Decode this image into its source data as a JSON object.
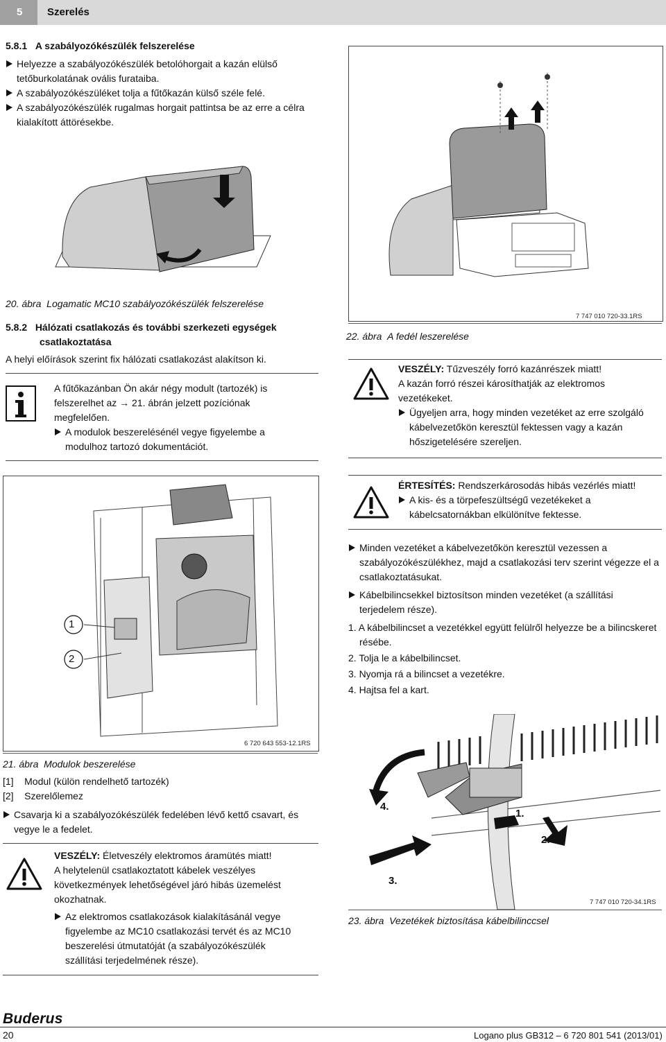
{
  "header": {
    "chapter_number": "5",
    "chapter_title": "Szerelés"
  },
  "s581": {
    "heading_num": "5.8.1",
    "heading": "A szabályozókészülék felszerelése",
    "b1a": "Helyezze a szabályozókészülék betolóhorgait a kazán elülső",
    "b1b": "tetőburkolatának ovális furataiba.",
    "b2": "A szabályozókészüléket tolja a fűtőkazán külső széle felé.",
    "b3a": "A szabályozókészülék rugalmas horgait pattintsa be az erre a célra",
    "b3b": "kialakított áttörésekbe."
  },
  "fig20": {
    "caption_num": "20. ábra",
    "caption": "Logamatic MC10 szabályozókészülék felszerelése"
  },
  "fig22": {
    "code": "7 747 010 720-33.1RS",
    "caption_num": "22. ábra",
    "caption": "A fedél leszerelése"
  },
  "s582": {
    "heading_num": "5.8.2",
    "heading_l1": "Hálózati csatlakozás és további szerkezeti egységek",
    "heading_l2": "csatlakoztatása",
    "body": "A helyi előírások szerint fix hálózati csatlakozást alakítson ki."
  },
  "info": {
    "l1": "A fűtőkazánban Ön akár négy modult (tartozék) is",
    "l2": "felszerelhet az → 21. ábrán jelzett pozíciónak",
    "l3": "megfelelően.",
    "b1a": "A modulok beszerelésénél vegye figyelembe a",
    "b1b": "modulhoz tartozó dokumentációt."
  },
  "warn1": {
    "label": "VESZÉLY:",
    "title": "Tűzveszély forró kazánrészek miatt!",
    "l1": "A kazán forró részei károsíthatják az elektromos",
    "l2": "vezetékeket.",
    "b1a": "Ügyeljen arra, hogy minden vezetéket az erre szolgáló",
    "b1b": "kábelvezetőkön keresztül fektessen vagy a kazán",
    "b1c": "hőszigetelésére szereljen."
  },
  "warn2": {
    "label": "ÉRTESÍTÉS:",
    "title": "Rendszerkárosodás hibás vezérlés miatt!",
    "b1a": "A kis- és a törpefeszültségű vezetékeket a",
    "b1b": "kábelcsatornákban elkülönítve fektesse."
  },
  "right_steps": {
    "b1a": "Minden vezetéket a kábelvezetőkön keresztül vezessen a",
    "b1b": "szabályozókészülékhez, majd a csatlakozási terv szerint végezze el a",
    "b1c": "csatlakoztatásukat.",
    "b2a": "Kábelbilincsekkel biztosítson minden vezetéket (a szállítási",
    "b2b": "terjedelem része).",
    "n1a": "1. A kábelbilincset a vezetékkel együtt felülről helyezze be a bilincskeret",
    "n1b": "résébe.",
    "n2": "2. Tolja le a kábelbilincset.",
    "n3": "3. Nyomja rá a bilincset a vezetékre.",
    "n4": "4. Hajtsa fel a kart."
  },
  "fig21": {
    "code": "6 720 643 553-12.1RS",
    "caption_num": "21. ábra",
    "caption": "Modulok beszerelése",
    "callout1": "1",
    "callout2": "2",
    "leg1_num": "[1]",
    "leg1": "Modul (külön rendelhető tartozék)",
    "leg2_num": "[2]",
    "leg2": "Szerelőlemez",
    "b1a": "Csavarja ki a szabályozókészülék fedelében lévő kettő csavart, és",
    "b1b": "vegye le a fedelet."
  },
  "warn3": {
    "label": "VESZÉLY:",
    "title": "Életveszély elektromos áramütés miatt!",
    "l1": "A helytelenül csatlakoztatott kábelek veszélyes",
    "l2": "következmények lehetőségével járó hibás üzemelést",
    "l3": "okozhatnak.",
    "b1a": "Az elektromos csatlakozások kialakításánál vegye",
    "b1b": "figyelembe az MC10 csatlakozási tervét és az MC10",
    "b1c": "beszerelési útmutatóját (a szabályozókészülék",
    "b1d": "szállítási terjedelmének része)."
  },
  "fig23": {
    "code": "7 747 010 720-34.1RS",
    "caption_num": "23. ábra",
    "caption": "Vezetékek biztosítása kábelbilinccsel",
    "step1": "1.",
    "step2": "2.",
    "step3": "3.",
    "step4": "4."
  },
  "footer": {
    "brand": "Buderus",
    "page": "20",
    "doc": "Logano plus GB312 – 6 720 801 541 (2013/01)"
  }
}
